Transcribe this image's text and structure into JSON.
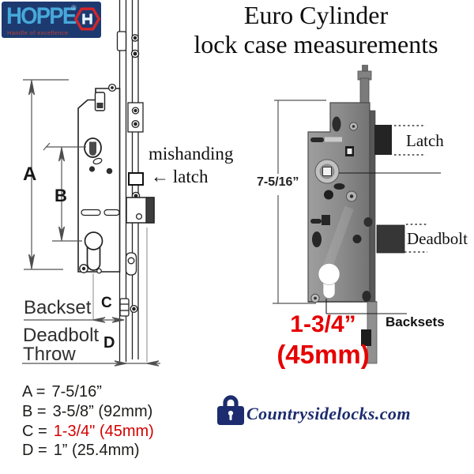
{
  "header": {
    "logo": {
      "name": "HOPPE",
      "registered": "®",
      "tagline": "Handle of excellence",
      "bg_color": "#1d3a70",
      "text_color": "#47a8d9",
      "accent_color": "#d3262b"
    },
    "title_line1": "Euro Cylinder",
    "title_line2": "lock case measurements"
  },
  "line_diagram": {
    "dim_a_label": "A",
    "dim_b_label": "B",
    "dim_c_label": "C",
    "dim_d_label": "D",
    "mishanding_line1": "mishanding",
    "arrow": "←",
    "mishanding_line2": "latch",
    "backset_label": "Backset",
    "deadbolt_line1": "Deadbolt",
    "deadbolt_line2": "Throw"
  },
  "photo_diagram": {
    "height_dim": "7-5/16”",
    "latch_label": "Latch",
    "deadbolt_label": "Deadbolt",
    "backsets_label": "Backsets",
    "backset_value": "1-3/4”",
    "backset_value_mm": "(45mm)",
    "value_color": "#e60000"
  },
  "measurements": {
    "rows": [
      {
        "label": "A =",
        "value": "7-5/16”",
        "color": "#1d1d1b"
      },
      {
        "label": "B =",
        "value": "3-5/8” (92mm)",
        "color": "#1d1d1b"
      },
      {
        "label": "C =",
        "value": "1-3/4\" (45mm)",
        "color": "#d40000"
      },
      {
        "label": "D =",
        "value": "1” (25.4mm)",
        "color": "#1d1d1b"
      }
    ]
  },
  "footer": {
    "site_name": "Countrysidelocks.com",
    "color": "#1c2c6e"
  }
}
